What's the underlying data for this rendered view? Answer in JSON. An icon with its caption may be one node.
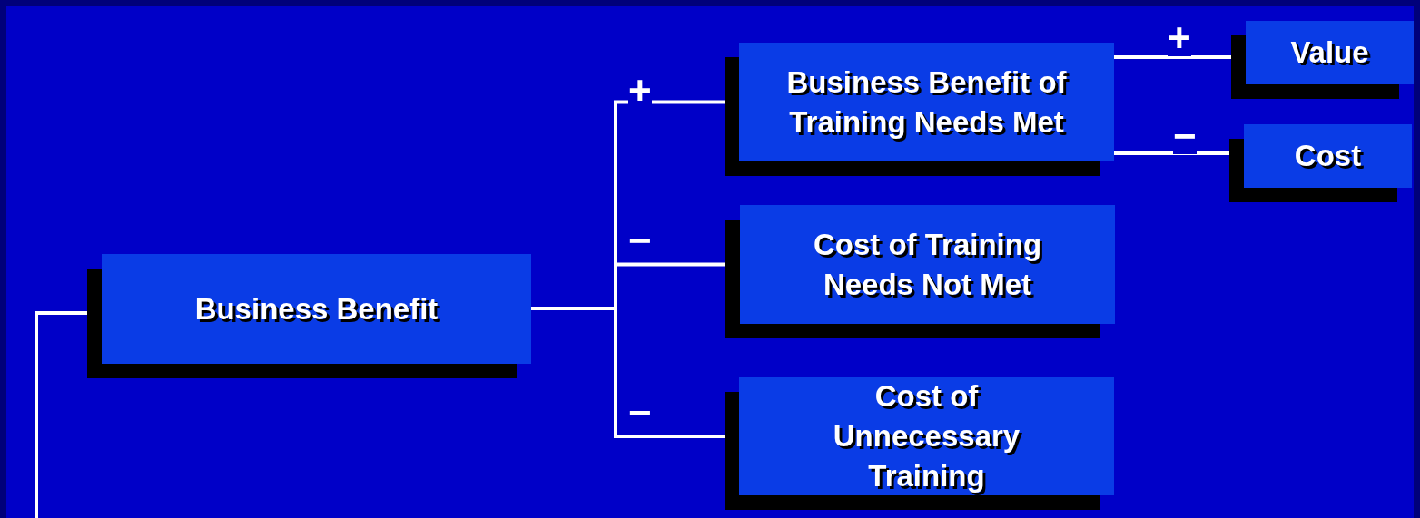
{
  "diagram": {
    "nodes": [
      {
        "text": [
          "Business Benefit"
        ]
      },
      {
        "text": [
          "Business Benefit of Training Needs Met"
        ]
      },
      {
        "text": [
          "Cost of Training Needs Not Met"
        ]
      },
      {
        "text": [
          "Cost of Unnecessary Training"
        ]
      },
      {
        "text": [
          "Value"
        ]
      },
      {
        "text": [
          "Cost"
        ]
      }
    ],
    "edges": [
      {
        "from": 0,
        "to": null,
        "arrow": "none"
      },
      {
        "from": 0,
        "to": 1,
        "arrow": "none",
        "label": "+"
      },
      {
        "from": 0,
        "to": 2,
        "arrow": "none",
        "label": "−"
      },
      {
        "from": 0,
        "to": 3,
        "arrow": "none",
        "label": "−"
      },
      {
        "from": 1,
        "to": 4,
        "arrow": "none",
        "label": "+"
      },
      {
        "from": 1,
        "to": 5,
        "arrow": "none",
        "label": "−"
      }
    ]
  }
}
